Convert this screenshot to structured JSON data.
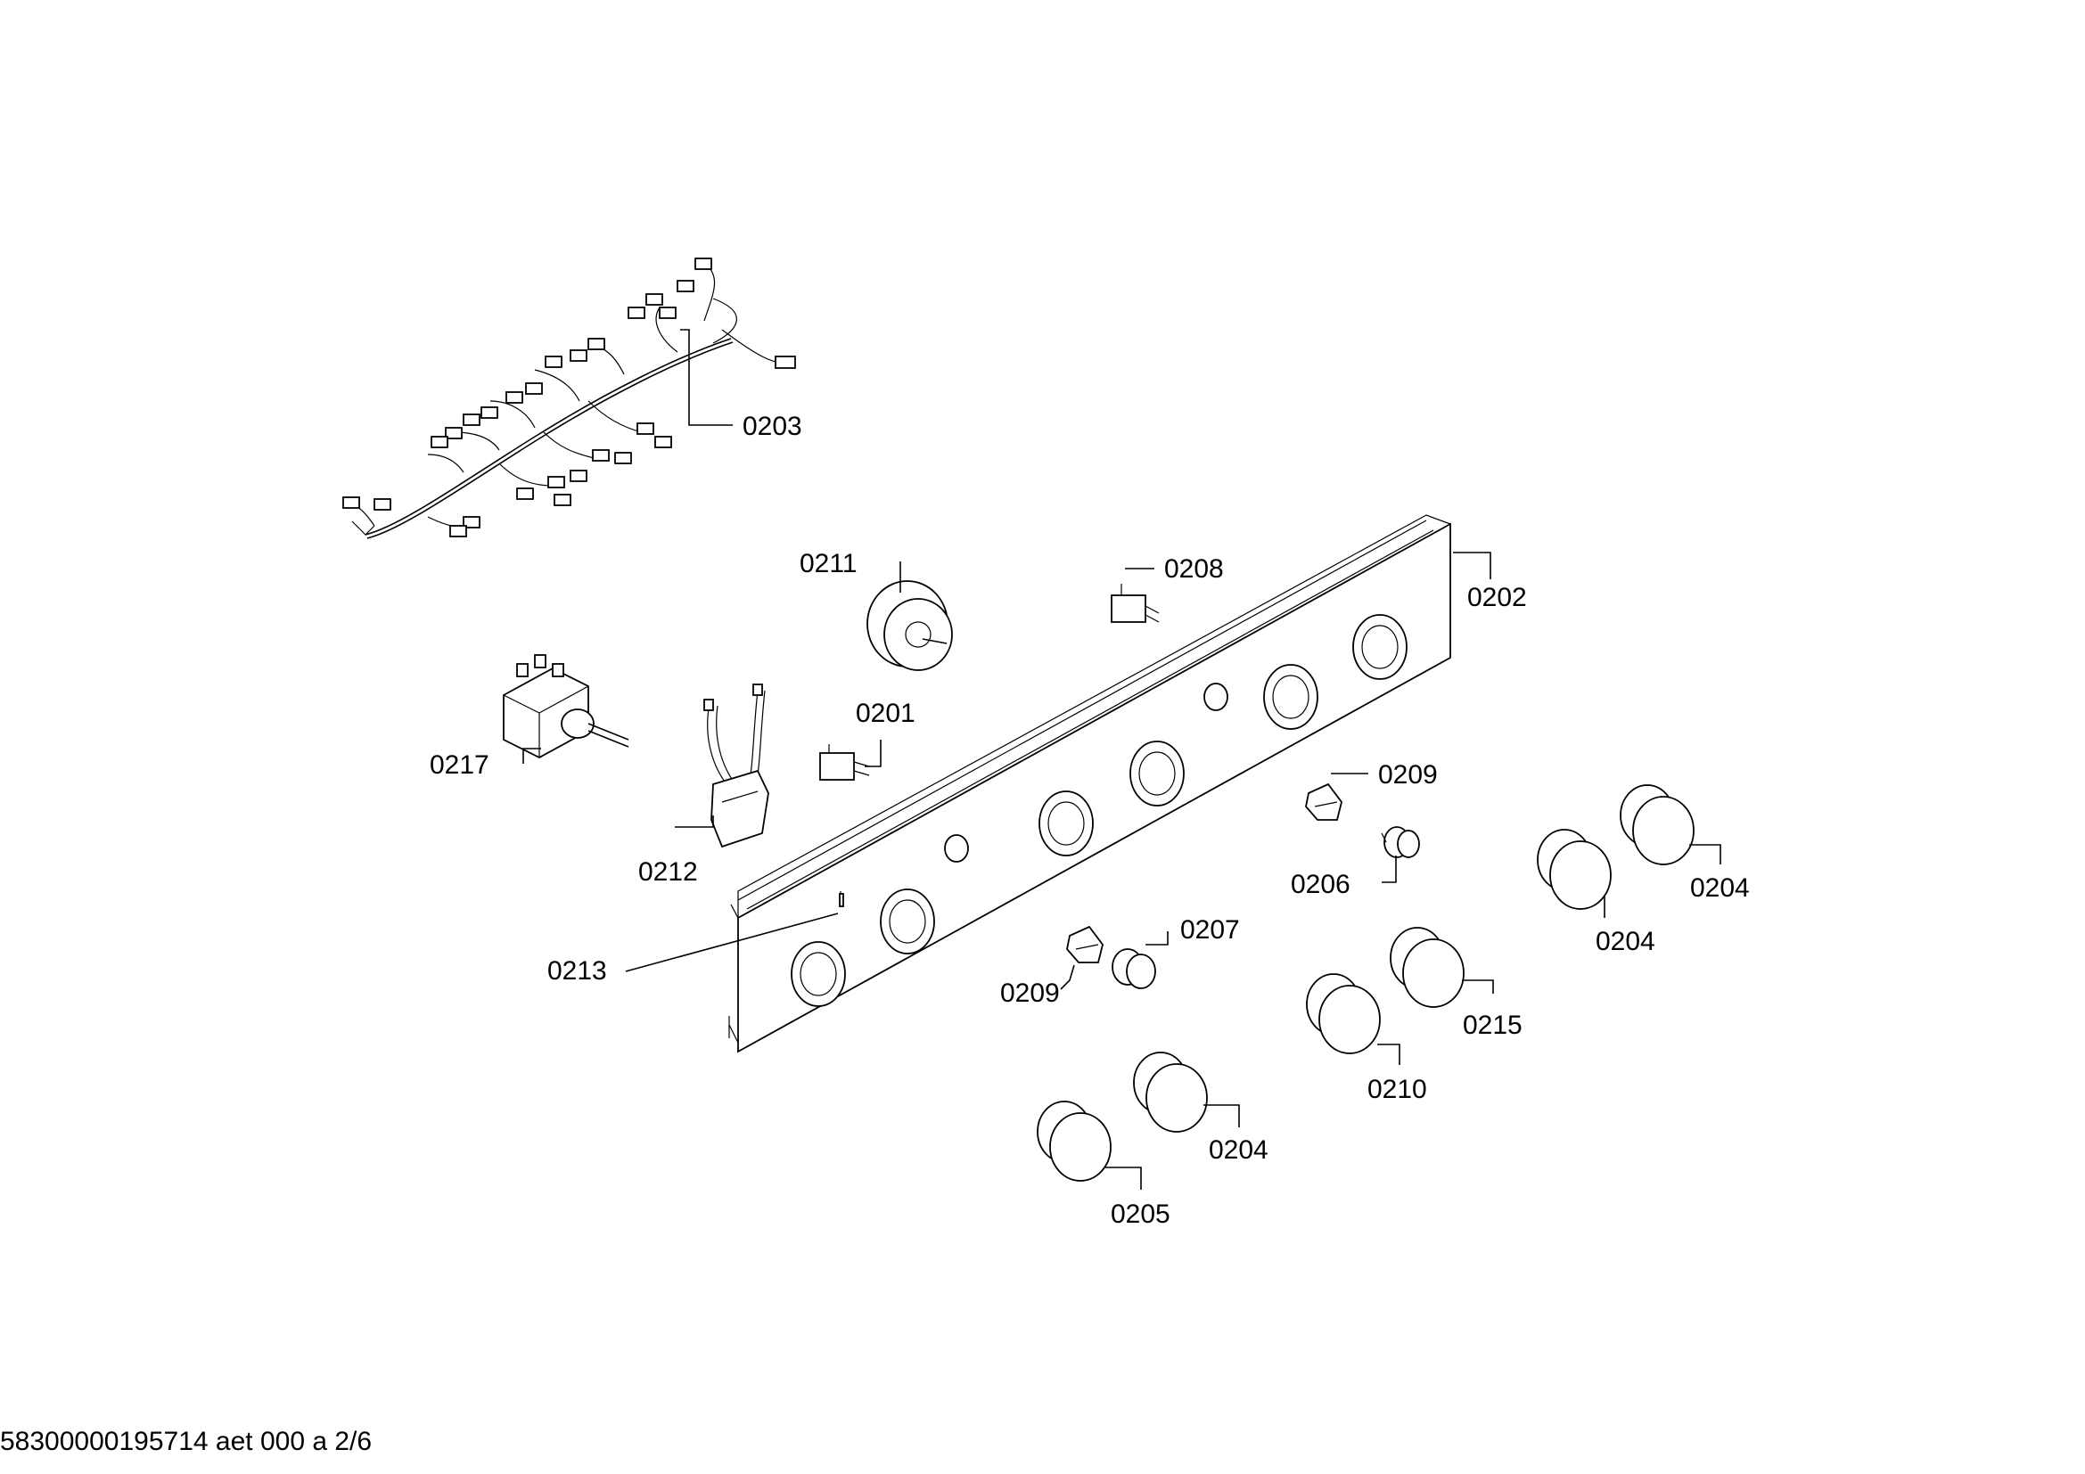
{
  "labels": {
    "p0201": "0201",
    "p0202": "0202",
    "p0203": "0203",
    "p0204_a": "0204",
    "p0204_b": "0204",
    "p0204_c": "0204",
    "p0205": "0205",
    "p0206": "0206",
    "p0207": "0207",
    "p0208": "0208",
    "p0209_a": "0209",
    "p0209_b": "0209",
    "p0210": "0210",
    "p0211": "0211",
    "p0212": "0212",
    "p0213": "0213",
    "p0215": "0215",
    "p0217": "0217"
  },
  "footer": "58300000195714 aet 000 a 2/6"
}
